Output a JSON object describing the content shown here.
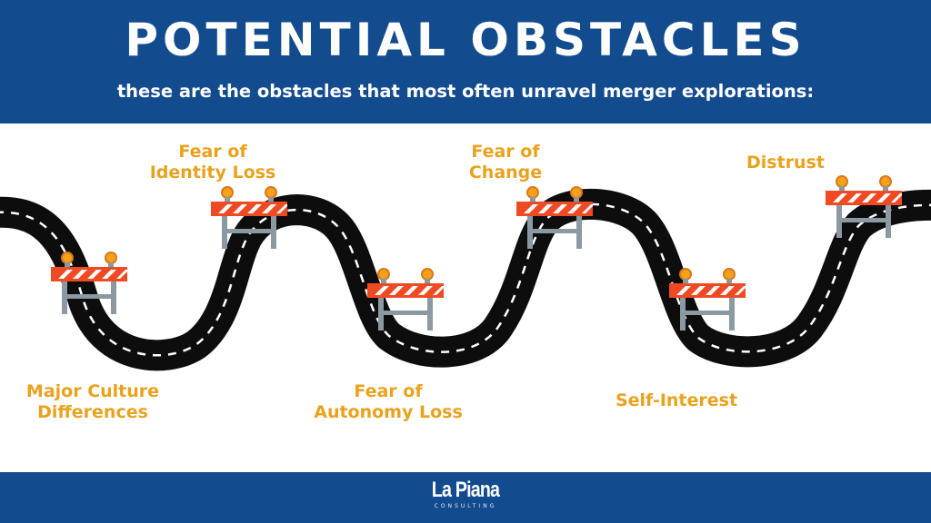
{
  "header": {
    "title": "POTENTIAL OBSTACLES",
    "subtitle": "these are the obstacles that most often unravel merger explorations:"
  },
  "obstacles": [
    {
      "lines": [
        "Major Culture",
        "Differences"
      ]
    },
    {
      "lines": [
        "Fear of",
        "Identity Loss"
      ]
    },
    {
      "lines": [
        "Fear of",
        "Autonomy Loss"
      ]
    },
    {
      "lines": [
        "Fear of",
        "Change"
      ]
    },
    {
      "lines": [
        "Self-Interest"
      ]
    },
    {
      "lines": [
        "Distrust"
      ]
    }
  ],
  "footer": {
    "logo_text": "La Piana",
    "logo_subtext": "CONSULTING"
  },
  "colors": {
    "header_bg": "#124b8e",
    "label": "#e9a21d",
    "road": "#0d0d0d",
    "road_dash": "#ffffff",
    "barricade_stripe_1": "#ef4a23",
    "barricade_stripe_2": "#ffffff",
    "barricade_light": "#f5a11a",
    "barricade_leg": "#8b99a3"
  },
  "icons": [
    "road-icon",
    "barricade-icon",
    "warning-light-icon"
  ]
}
